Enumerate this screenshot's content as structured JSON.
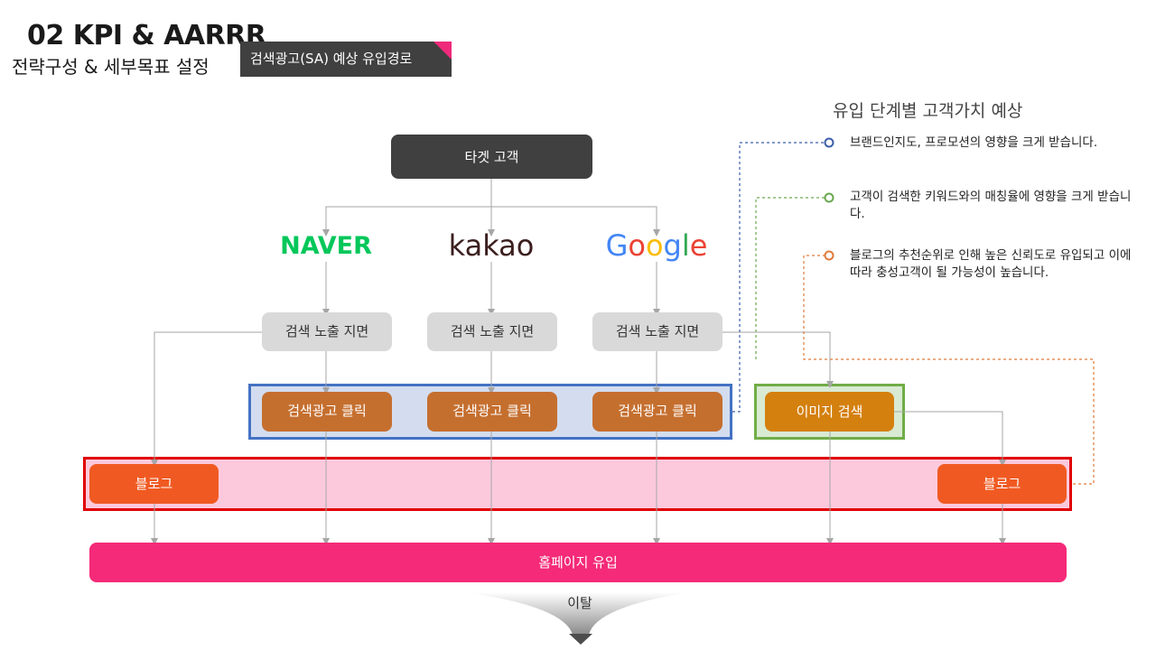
{
  "header": {
    "title": "02 KPI & AARRR",
    "subtitle": "전략구성 & 세부목표 설정",
    "tag": "검색광고(SA) 예상 유입경로"
  },
  "flow": {
    "target": "타겟 고객",
    "portals": [
      "NAVER",
      "kakao",
      "Google"
    ],
    "exposure": [
      "검색 노출 지면",
      "검색 노출 지면",
      "검색 노출 지면"
    ],
    "ad_click": [
      "검색광고 클릭",
      "검색광고 클릭",
      "검색광고 클릭"
    ],
    "image_search": "이미지 검색",
    "blog_left": "블로그",
    "blog_right": "블로그",
    "homepage": "홈페이지 유입",
    "exit": "이탈"
  },
  "legend": {
    "title": "유입 단계별 고객가치 예상",
    "items": [
      {
        "text": "브랜드인지도, 프로모션의 영향을 크게 받습니다.",
        "color": "#3b5ea8"
      },
      {
        "text": "고객이 검색한 키워드와의 매칭율에 영향을 크게 받습니다.",
        "color": "#6aa84f"
      },
      {
        "text": "블로그의 추천순위로 인해 높은 신뢰도로 유입되고 이에 따라 충성고객이 될 가능성이 높습니다.",
        "color": "#e07b39"
      }
    ]
  },
  "colors": {
    "accent_pink": "#f52a78",
    "ad_frame": "#4472c4",
    "image_frame": "#70ad47",
    "blog_frame": "#e00000",
    "blog_band": "#fcc9dc"
  }
}
